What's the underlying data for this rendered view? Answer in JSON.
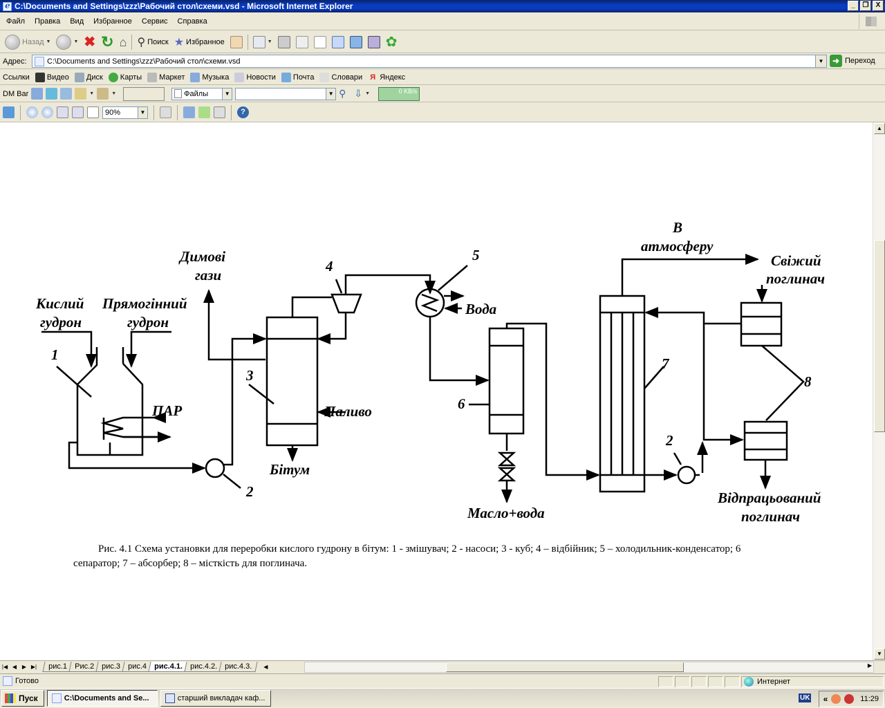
{
  "window": {
    "title": "C:\\Documents and Settings\\zzz\\Рабочий стол\\схеми.vsd - Microsoft Internet Explorer",
    "buttons": [
      "_",
      "❐",
      "X"
    ]
  },
  "menu": [
    "Файл",
    "Правка",
    "Вид",
    "Избранное",
    "Сервис",
    "Справка"
  ],
  "toolbar": {
    "back_label": "Назад",
    "search_label": "Поиск",
    "favorites_label": "Избранное"
  },
  "address": {
    "label": "Адрес:",
    "value": "C:\\Documents and Settings\\zzz\\Рабочий стол\\схеми.vsd",
    "go_label": "Переход"
  },
  "links": {
    "label": "Ссылки",
    "items": [
      "Видео",
      "Диск",
      "Карты",
      "Маркет",
      "Музыка",
      "Новости",
      "Почта",
      "Словари",
      "Яндекс"
    ]
  },
  "dmbar": {
    "label": "DM Bar",
    "files_label": "Файлы",
    "search_value": "",
    "speed": "0 KB/s"
  },
  "viewer": {
    "zoom": "90%"
  },
  "diagram": {
    "labels": {
      "kyslyi": "Кислий",
      "gudron1": "гудрон",
      "pryamo": "Прямогінний",
      "gudron2": "гудрон",
      "dymovi": "Димові",
      "gazy": "гази",
      "par": "ПАР",
      "palyvo": "Паливо",
      "bitum": "Бітум",
      "voda": "Вода",
      "maslo": "Масло+вода",
      "v": "В",
      "atmosferu": "атмосферу",
      "svizhyi": "Свіжий",
      "poglynach1": "поглинач",
      "vidprats": "Відпрацьований",
      "poglynach2": "поглинач"
    },
    "numbers": {
      "n1": "1",
      "n2a": "2",
      "n3": "3",
      "n4": "4",
      "n5": "5",
      "n6": "6",
      "n7": "7",
      "n8": "8",
      "n2b": "2"
    },
    "caption_line1": "Рис. 4.1 Схема установки для переробки кислого гудрону в бітум: 1 - змішувач; 2 - насоси; 3 - куб; 4 – відбійник; 5 – холодильник-конденсатор; 6",
    "caption_line2": "сепаратор; 7 – абсорбер; 8 – місткість для поглинача."
  },
  "sheets": [
    "рис.1",
    "Рис.2",
    "рис.3",
    "рис.4",
    "рис.4.1.",
    "рис.4.2.",
    "рис.4.3."
  ],
  "active_sheet": "рис.4.1.",
  "status": {
    "text": "Готово",
    "zone": "Интернет"
  },
  "taskbar": {
    "start_label": "Пуск",
    "tasks": [
      "C:\\Documents and Se...",
      "старший викладач каф..."
    ],
    "lang": "UK",
    "clock": "11:29"
  },
  "colors": {
    "title_bar": "#0a3cc0",
    "chrome": "#ece9d8",
    "go_green": "#3a9a3a"
  }
}
